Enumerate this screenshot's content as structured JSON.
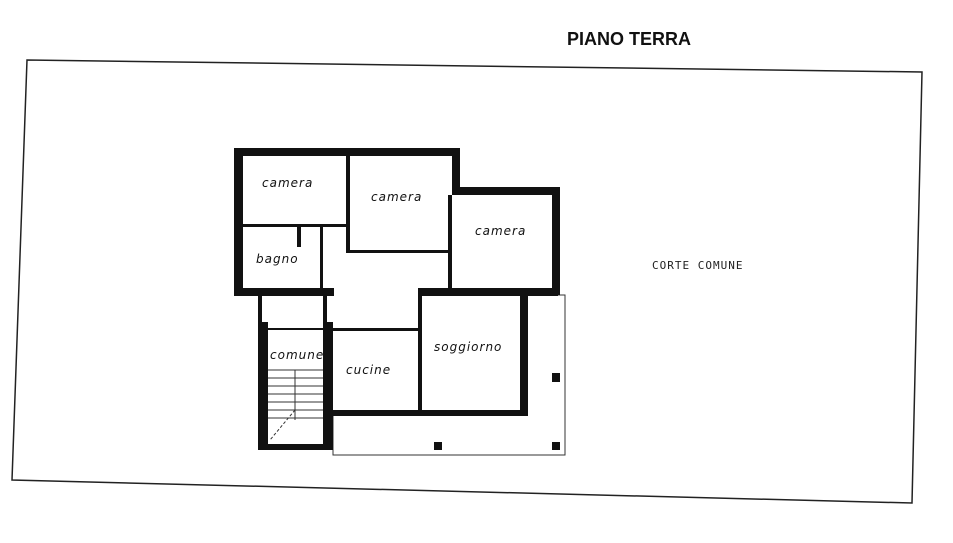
{
  "title": "PIANO TERRA",
  "rooms": {
    "camera_1": "camera",
    "camera_2": "camera",
    "camera_3": "camera",
    "bagno": "bagno",
    "comune": "comune",
    "cucina": "cucine",
    "soggiorno": "soggiorno"
  },
  "court_label": "CORTE COMUNE"
}
